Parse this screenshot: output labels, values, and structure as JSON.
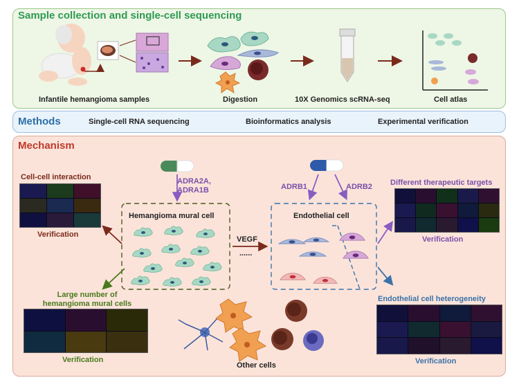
{
  "panel1": {
    "title": "Sample collection and single-cell sequencing",
    "steps": {
      "samples": "Infantile hemangioma samples",
      "digestion": "Digestion",
      "sequencing": "10X Genomics scRNA-seq",
      "atlas": "Cell atlas"
    }
  },
  "panel2": {
    "title": "Methods",
    "items": [
      "Single-cell RNA sequencing",
      "Bioinformatics analysis",
      "Experimental verification"
    ]
  },
  "panel3": {
    "title": "Mechanism",
    "mural_box_label": "Hemangioma mural cell",
    "endothelial_box_label": "Endothelial cell",
    "drug_left_targets": "ADRA2A,\nADRA1B",
    "drug_right_target1": "ADRB1",
    "drug_right_target2": "ADRB2",
    "vegf": "VEGF",
    "vegf_dots": "......",
    "cell_cell_interaction": "Cell-cell interaction",
    "verification_1": "Verification",
    "large_number": "Large number of\nhemangioma mural cells",
    "verification_2": "Verification",
    "therapeutic_targets": "Different therapeutic targets",
    "verification_3": "Verification",
    "heterogeneity": "Endothelial cell heterogeneity",
    "verification_4": "Verification",
    "other_cells": "Other cells"
  },
  "colors": {
    "green_title": "#2e9a52",
    "blue_title": "#2c6fa8",
    "red_title": "#c0392b",
    "mural_cell": "#a8d8c4",
    "arrow_brown": "#7a2a1a",
    "arrow_purple": "#8a5cc0",
    "arrow_blue": "#3b72a8",
    "arrow_green": "#4a7a1c"
  },
  "icons": [
    "infant",
    "tissue-sample",
    "histology-slides",
    "cells",
    "centrifuge-tube",
    "cell-atlas-plot",
    "pill-green",
    "pill-blue",
    "neuron",
    "macrophage",
    "plasma-cell"
  ]
}
